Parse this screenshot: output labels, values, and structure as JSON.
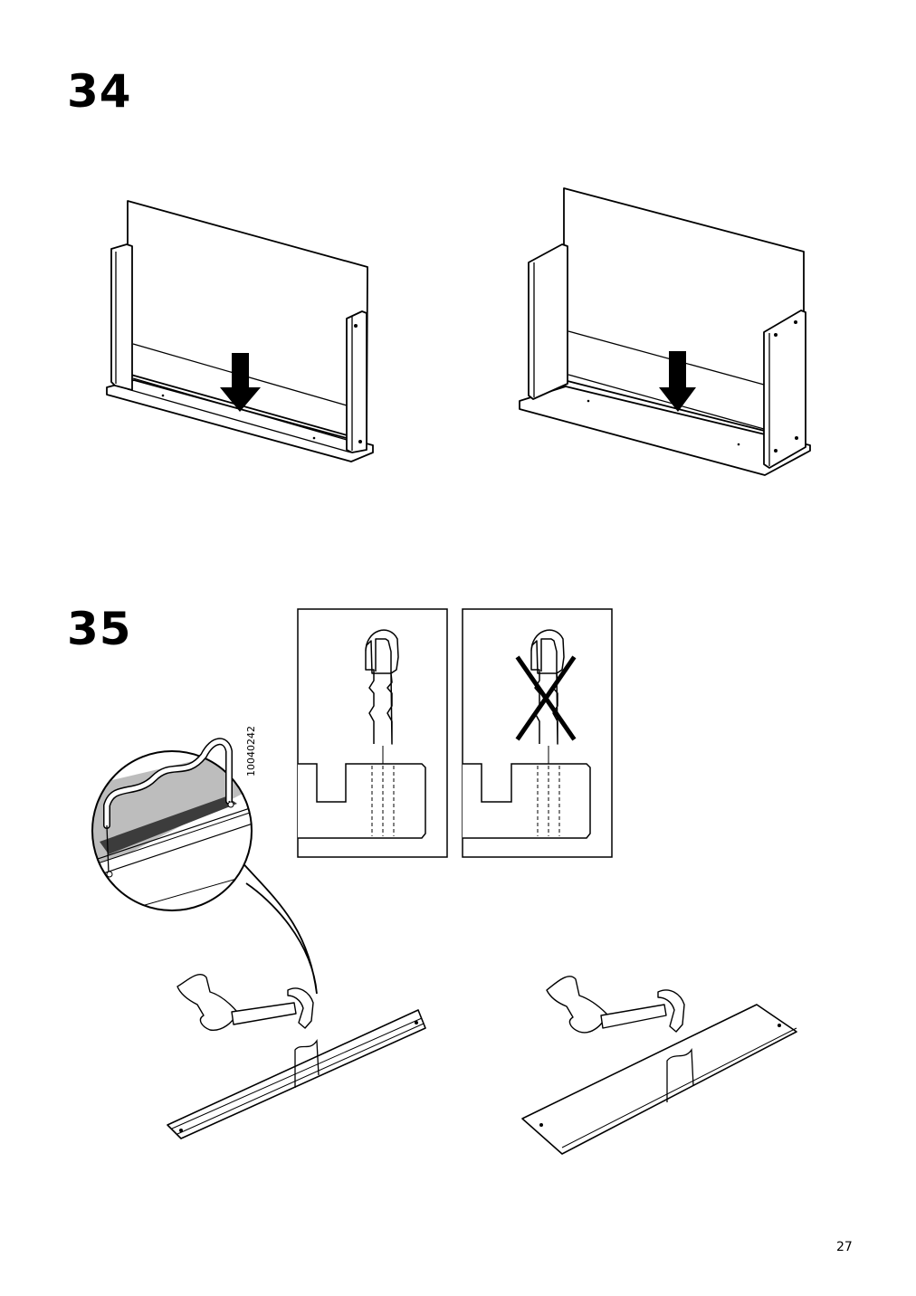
{
  "page": {
    "number": "27"
  },
  "steps": [
    {
      "number": "34"
    },
    {
      "number": "35",
      "part_number": "10040242"
    }
  ]
}
